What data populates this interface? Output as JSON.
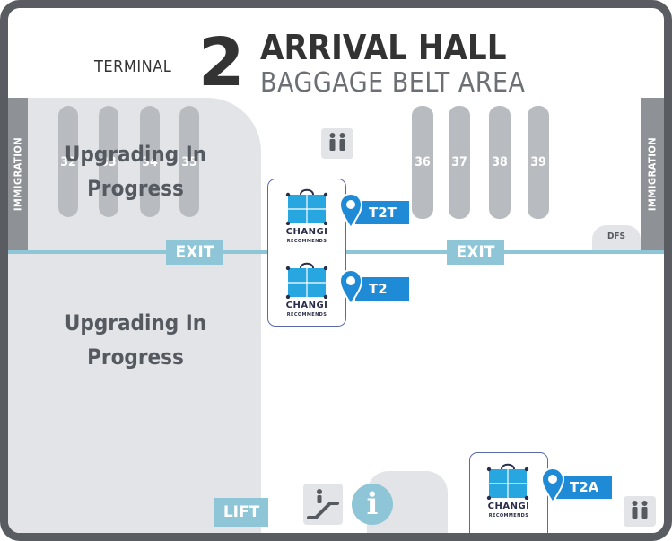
{
  "header": {
    "terminal_label": "TERMINAL",
    "terminal_number": "2",
    "title": "ARRIVAL HALL",
    "subtitle": "BAGGAGE BELT AREA"
  },
  "side_labels": {
    "left": "IMMIGRATION",
    "right": "IMMIGRATION"
  },
  "belts_left": [
    "32",
    "33",
    "34",
    "35"
  ],
  "belts_right": [
    "36",
    "37",
    "38",
    "39"
  ],
  "upgrading_top": "Upgrading In Progress",
  "upgrading_bottom": "Upgrading In Progress",
  "exit_labels": [
    "EXIT",
    "EXIT"
  ],
  "dfs_label": "DFS",
  "lift_label": "LIFT",
  "shops": [
    {
      "brand": "CHANGI",
      "tagline": "RECOMMENDS",
      "code": "T2T"
    },
    {
      "brand": "CHANGI",
      "tagline": "RECOMMENDS",
      "code": "T2"
    },
    {
      "brand": "CHANGI",
      "tagline": "RECOMMENDS",
      "code": "T2A"
    }
  ],
  "icons": [
    "restroom-icon",
    "escalator-icon",
    "information-icon",
    "restroom-icon"
  ],
  "colors": {
    "frame": "#595c61",
    "corridor": "#8ec6d7",
    "marker": "#1f8ad6",
    "belt": "#b8bbbf",
    "zone": "#e2e4e7",
    "shop_bag": "#27a6e0"
  }
}
